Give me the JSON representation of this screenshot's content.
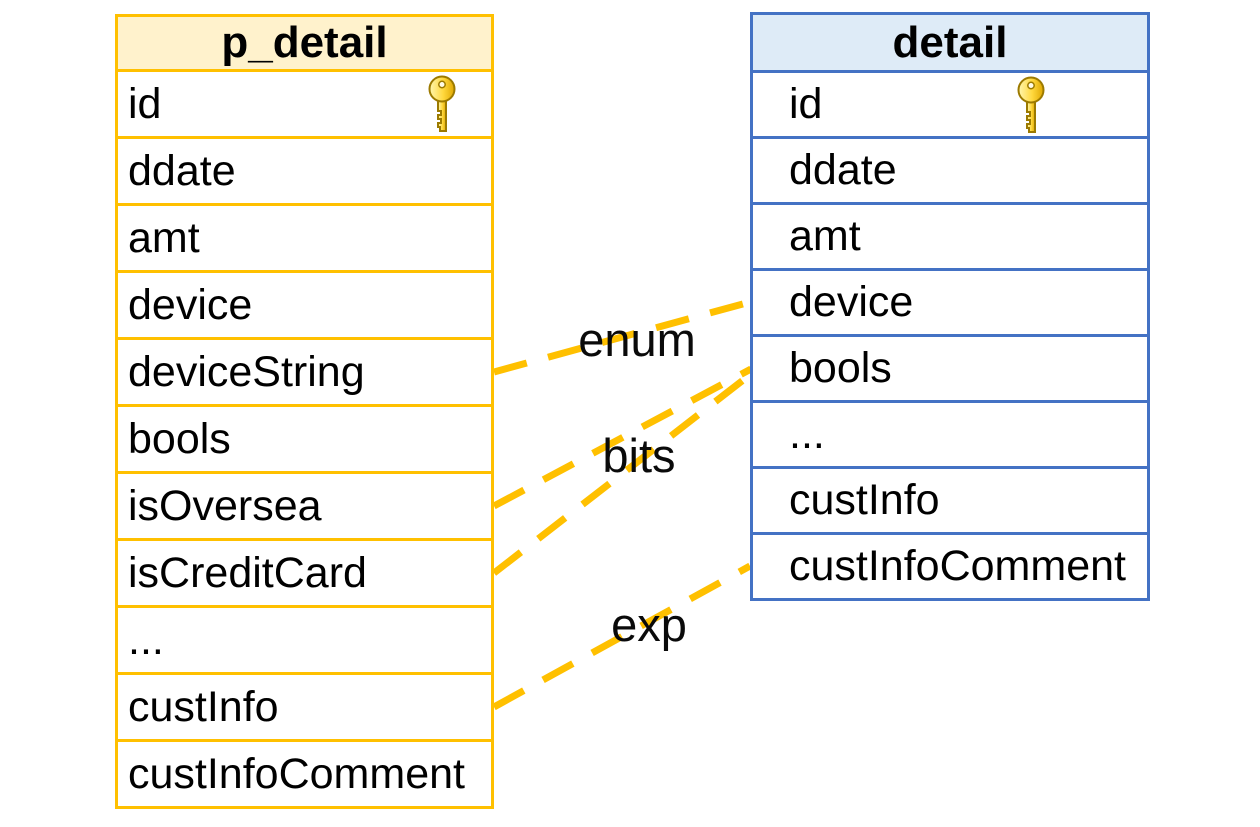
{
  "left_table": {
    "title": "p_detail",
    "rows": [
      {
        "name": "id",
        "primary_key": true
      },
      {
        "name": "ddate"
      },
      {
        "name": "amt"
      },
      {
        "name": "device"
      },
      {
        "name": "deviceString"
      },
      {
        "name": "bools"
      },
      {
        "name": "isOversea"
      },
      {
        "name": "isCreditCard"
      },
      {
        "name": "..."
      },
      {
        "name": "custInfo"
      },
      {
        "name": "custInfoComment"
      }
    ]
  },
  "right_table": {
    "title": "detail",
    "rows": [
      {
        "name": "id",
        "primary_key": true
      },
      {
        "name": "ddate"
      },
      {
        "name": "amt"
      },
      {
        "name": "device"
      },
      {
        "name": "bools"
      },
      {
        "name": "..."
      },
      {
        "name": "custInfo"
      },
      {
        "name": "custInfoComment"
      }
    ]
  },
  "connection_labels": {
    "enum": "enum",
    "bits": "bits",
    "exp": "exp"
  },
  "connections": [
    {
      "from": "p_detail.deviceString",
      "to": "detail.device",
      "label": "enum"
    },
    {
      "from": "p_detail.isOversea",
      "to": "detail.bools",
      "label": "bits"
    },
    {
      "from": "p_detail.isCreditCard",
      "to": "detail.bools",
      "label": "bits"
    },
    {
      "from": "p_detail.custInfo",
      "to": "detail.custInfoComment",
      "label": "exp"
    }
  ],
  "colors": {
    "left_accent": "#FFC000",
    "left_header_fill": "#FFF2CC",
    "right_accent": "#4472C4",
    "right_header_fill": "#DEEBF7",
    "connector": "#FFC000",
    "key_gold": "#FFD83D"
  }
}
